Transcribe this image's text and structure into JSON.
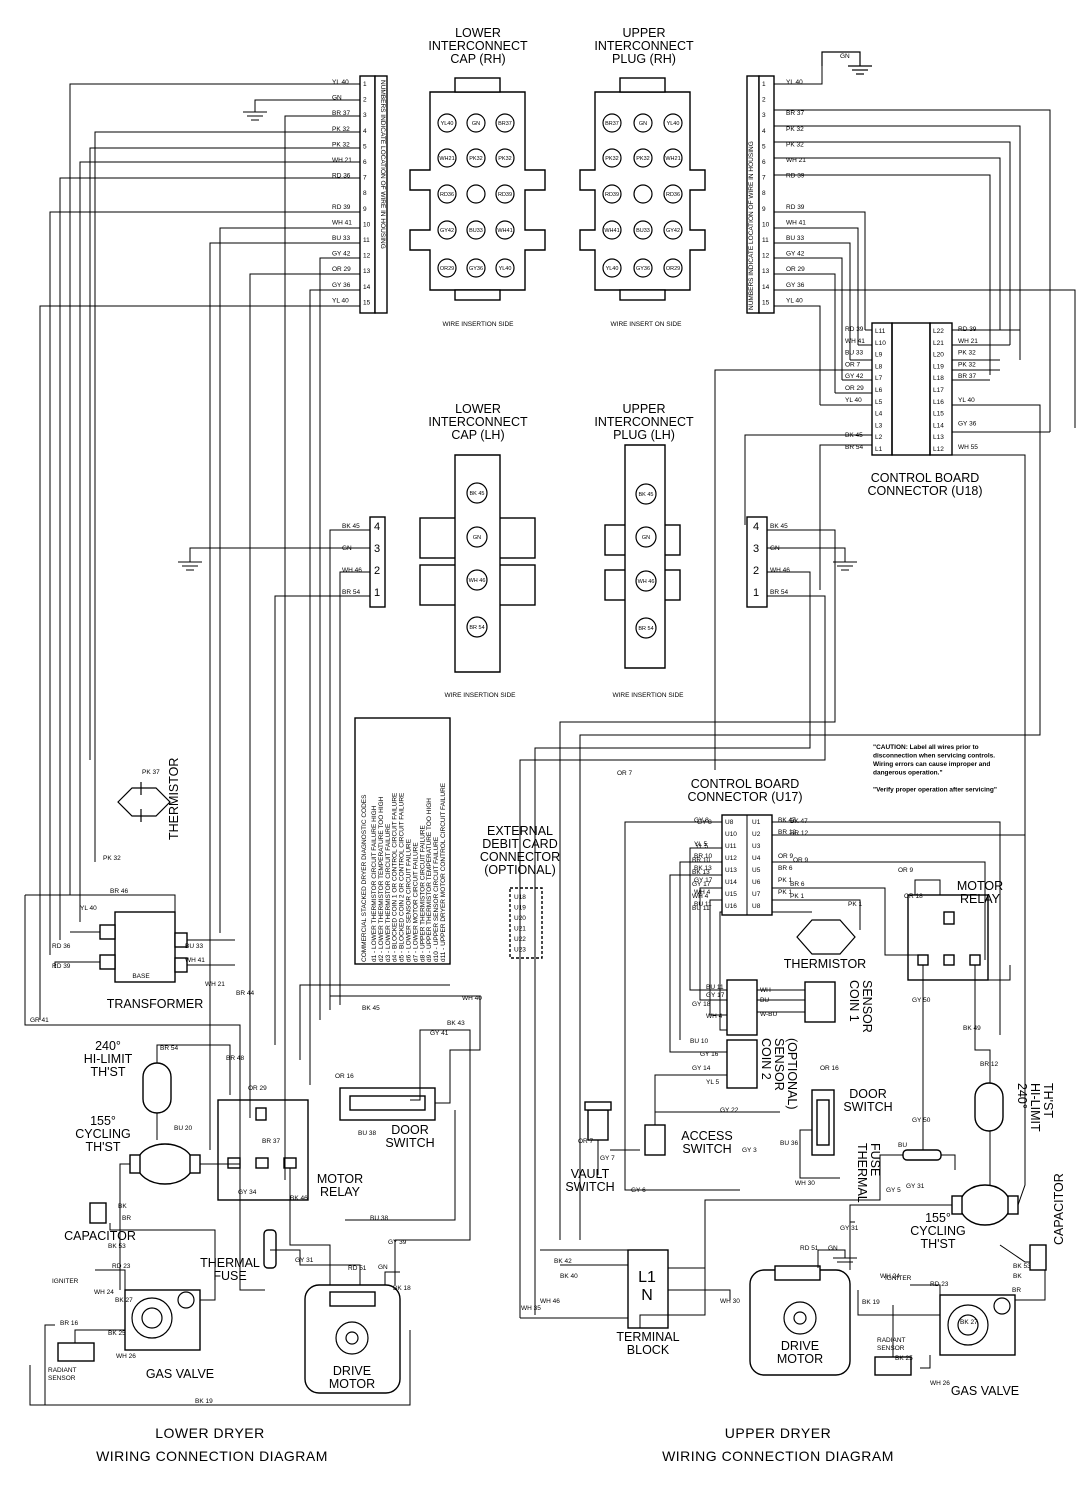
{
  "diagram": {
    "titles": {
      "lower_title_1": "LOWER DRYER",
      "lower_title_2": "WIRING  CONNECTION  DIAGRAM",
      "upper_title_1": "UPPER DRYER",
      "upper_title_2": "WIRING  CONNECTION  DIAGRAM"
    },
    "connectors": {
      "lower_cap_rh": [
        "LOWER",
        "INTERCONNECT",
        "CAP (RH)"
      ],
      "upper_plug_rh": [
        "UPPER",
        "INTERCONNECT",
        "PLUG (RH)"
      ],
      "lower_cap_lh": [
        "LOWER",
        "INTERCONNECT",
        "CAP (LH)"
      ],
      "upper_plug_lh": [
        "UPPER",
        "INTERCONNECT",
        "PLUG (LH)"
      ],
      "wire_insertion_side": "WIRE INSERTION SIDE",
      "wire_insert_on_side": "WIRE INSERT ON SIDE",
      "u18": [
        "CONTROL BOARD",
        "CONNECTOR (U18)"
      ],
      "u17": [
        "CONTROL BOARD",
        "CONNECTOR (U17)"
      ],
      "external": [
        "EXTERNAL",
        "DEBIT CARD",
        "CONNECTOR",
        "(OPTIONAL)"
      ],
      "external_pins": [
        "U18",
        "U19",
        "U20",
        "U21",
        "U22",
        "U23"
      ],
      "housing_note": "NUMBERS INDICATE LOCATION OF WIRE IN HOUSING"
    },
    "rh_lower_wires": [
      "YL 40",
      "GN",
      "BR 37",
      "PK 32",
      "PK 32",
      "WH 21",
      "RD 36",
      "",
      "RD 39",
      "WH 41",
      "BU 33",
      "GY 42",
      "OR 29",
      "GY 36",
      "YL 40"
    ],
    "rh_upper_wires": [
      "YL 40",
      "",
      "BR 37",
      "PK 32",
      "PK 32",
      "WH 21",
      "RD 39",
      "",
      "RD 39",
      "WH 41",
      "BU 33",
      "GY 42",
      "OR 29",
      "GY 36",
      "YL 40"
    ],
    "pin_numbers": [
      "1",
      "2",
      "3",
      "4",
      "5",
      "6",
      "7",
      "8",
      "9",
      "10",
      "11",
      "12",
      "13",
      "14",
      "15"
    ],
    "lh_pins": [
      "4",
      "3",
      "2",
      "1"
    ],
    "lh_lower_wires": [
      "BK 45",
      "GN",
      "WH 46",
      "BR 54"
    ],
    "lh_upper_wires": [
      "BK 45",
      "GN",
      "WH 46",
      "BR 54"
    ],
    "lh_cavities": [
      "BK 45",
      "GN",
      "WH 46",
      "BR 54"
    ],
    "u18_left": [
      "L11",
      "L10",
      "L9",
      "L8",
      "L7",
      "L6",
      "L5",
      "L4",
      "L3",
      "L2",
      "L1"
    ],
    "u18_right": [
      "L22",
      "L21",
      "L20",
      "L19",
      "L18",
      "L17",
      "L16",
      "L15",
      "L14",
      "L13",
      "L12"
    ],
    "u18_left_wires": [
      "RD 39",
      "WH 41",
      "BU 33",
      "OR 7",
      "GY 42",
      "OR 29",
      "YL 40",
      "",
      "",
      "BK 45",
      "BR 54"
    ],
    "u18_right_wires": [
      "RD 39",
      "WH 21",
      "PK 32",
      "PK 32",
      "BR 37",
      "",
      "YL 40",
      "",
      "GY 36",
      "",
      "WH 55"
    ],
    "u17_left": [
      "U8",
      "U10",
      "U11",
      "U12",
      "U13",
      "U14",
      "U15",
      "U16"
    ],
    "u17_right": [
      "U1",
      "U2",
      "U3",
      "U4",
      "U5",
      "U6",
      "U7",
      "U8"
    ],
    "u17_left_wires": [
      "GY 8",
      "",
      "YL 5",
      "BR 10",
      "BK 13",
      "GY 17",
      "WH 4",
      "BU 11"
    ],
    "u17_right_wires": [
      "BK 47",
      "BR 12",
      "",
      "OR 9",
      "BR 6",
      "PK 1",
      "PK 1",
      ""
    ],
    "codes_title": "COMMERCIAL STACKED DRYER DIAGNOSTIC CODES",
    "codes": [
      "d1 - LOWER THERMISTOR CIRCUIT FAILURE HIGH",
      "d2 - LOWER THERMISTOR TEMPERATURE TOO HIGH",
      "d3 - LOWER THERMISTOR CIRCUIT FAILURE",
      "d4 - BLOCKED COIN 1 OR CONTROL CIRCUIT FAILURE",
      "d5 - BLOCKED COIN 2 OR CONTROL CIRCUIT FAILURE",
      "d6 - LOWER SENSOR CIRCUIT FAILURE",
      "d7 - LOWER MOTOR CIRCUIT FAILURE",
      "d8 - UPPER THERMISTOR CIRCUIT FAILURE",
      "d9 - UPPER THERMISTOR TEMPERATURE TOO HIGH",
      "d10 - UPPER SENSOR CIRCUIT FAILURE",
      "d11 - UPPER DRYER MOTOR CONTROL CIRCUIT FAILURE"
    ],
    "caution": [
      "\"CAUTION: Label all wires prior to",
      "disconnection when servicing controls.",
      "Wiring errors can cause improper and",
      "dangerous operation.\"",
      "",
      "\"Verify proper operation after servicing\""
    ],
    "lower_components": {
      "thermistor": "THERMISTOR",
      "transformer": "TRANSFORMER",
      "base": "BASE",
      "hilimit": [
        "240°",
        "HI-LIMIT",
        "TH'ST"
      ],
      "cycling": [
        "155°",
        "CYCLING",
        "TH'ST"
      ],
      "capacitor": "CAPACITOR",
      "thermal_fuse": [
        "THERMAL",
        "FUSE"
      ],
      "motor_relay": [
        "MOTOR",
        "RELAY"
      ],
      "door_switch": [
        "DOOR",
        "SWITCH"
      ],
      "igniter": "IGNITER",
      "radiant_sensor": [
        "RADIANT",
        "SENSOR"
      ],
      "gas_valve": "GAS VALVE",
      "drive_motor": [
        "DRIVE",
        "MOTOR"
      ],
      "wire_labels": [
        "PK 37",
        "PK 32",
        "BR 46",
        "YL 40",
        "RD 36",
        "RD 39",
        "BU 33",
        "WH 41",
        "WH 21",
        "BR 44",
        "GR 41",
        "WH 40",
        "BK 43",
        "GY 41",
        "BR 48",
        "BR 54",
        "BU 20",
        "OR 29",
        "OR 16",
        "BR 37",
        "BK 45",
        "BU 38",
        "GY 34",
        "BK 46",
        "BU 38",
        "GY 31",
        "GY 39",
        "RD 51",
        "GN",
        "BK 18",
        "BK 53",
        "RD 23",
        "WH 24",
        "BK 27",
        "BR 16",
        "BK 25",
        "WH 26",
        "BK 19",
        "BR",
        "BK"
      ]
    },
    "upper_components": {
      "thermistor": "THERMISTOR",
      "motor_relay": [
        "MOTOR",
        "RELAY"
      ],
      "coin1": [
        "COIN 1",
        "SENSOR"
      ],
      "coin2": [
        "COIN 2",
        "SENSOR",
        "(OPTIONAL)"
      ],
      "door_switch": [
        "DOOR",
        "SWITCH"
      ],
      "access_switch": [
        "ACCESS",
        "SWITCH"
      ],
      "vault_switch": [
        "VAULT",
        "SWITCH"
      ],
      "thermal_fuse": [
        "THERMAL",
        "FUSE"
      ],
      "hilimit": [
        "240°",
        "HI-LIMIT",
        "TH'ST"
      ],
      "cycling": [
        "155°",
        "CYCLING",
        "TH'ST"
      ],
      "capacitor": "CAPACITOR",
      "igniter": "IGNITER",
      "radiant_sensor": [
        "RADIANT",
        "SENSOR"
      ],
      "gas_valve": "GAS VALVE",
      "drive_motor": [
        "DRIVE",
        "MOTOR"
      ],
      "terminal_block": [
        "TERMINAL",
        "BLOCK"
      ],
      "l1": "L1",
      "n": "N",
      "wire_labels": [
        "OR 7",
        "GY 8",
        "BK 47",
        "BR 12",
        "YL 5",
        "OR 9",
        "BR 10",
        "BK 13",
        "GY 17",
        "WH 4",
        "BU 11",
        "BR 6",
        "PK 1",
        "PK 1",
        "OR 9",
        "OR 18",
        "BU 11",
        "GY 17",
        "GY 18",
        "WH 4",
        "WH",
        "BU",
        "W-BU",
        "BU 10",
        "GY 16",
        "GY 14",
        "YL 5",
        "GY 50",
        "BK 49",
        "BR 12",
        "OR 16",
        "GY 22",
        "GY 3",
        "BU 36",
        "WH 30",
        "GY 50",
        "BU",
        "GY 5",
        "GY 31",
        "GY 6",
        "GY 7",
        "OR 7",
        "BK 42",
        "BK 40",
        "WH 46",
        "WH 35",
        "WH 30",
        "GY 31",
        "RD 51",
        "GN",
        "BK 53",
        "RD 23",
        "WH 24",
        "BK 19",
        "BK 25",
        "WH 26",
        "BK 27",
        "BK",
        "BR"
      ]
    }
  }
}
